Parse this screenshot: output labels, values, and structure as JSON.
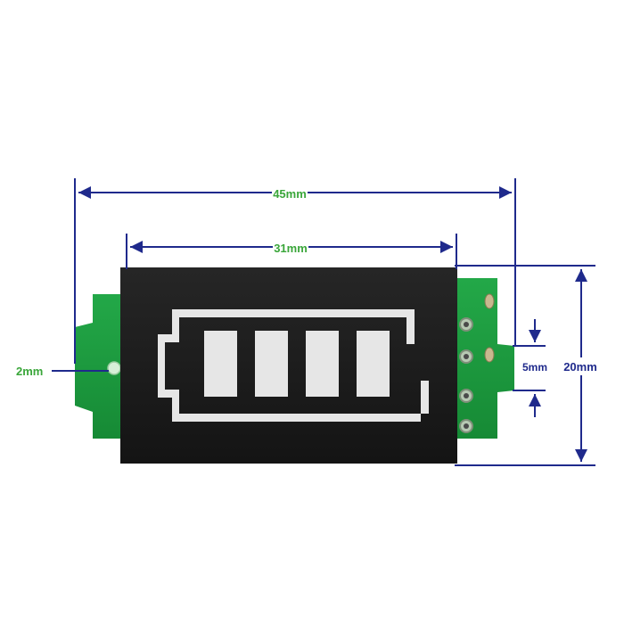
{
  "dimensions": {
    "overall_width": "45mm",
    "display_width": "31mm",
    "mount_hole": "2mm",
    "pin_spacing": "5mm",
    "overall_height": "20mm"
  },
  "display": {
    "battery_bars_lit": 4,
    "battery_bars_total": 4
  },
  "colors": {
    "dimension_line": "#1f2a8c",
    "dimension_text_left": "#3aa63a",
    "pcb": "#1e9c3f",
    "display_face": "#1b1b1b",
    "segment": "#e6e6e6"
  }
}
